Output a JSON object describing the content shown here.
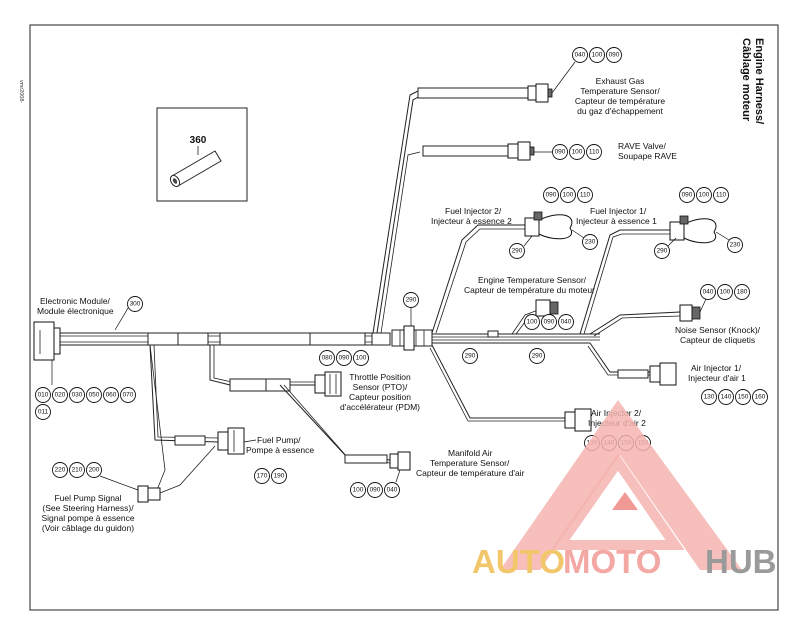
{
  "title": {
    "line1": "Engine Harness/",
    "line2": "Câblage moteur"
  },
  "doc_id": "vmr2008-",
  "inset": {
    "label": "360"
  },
  "components": {
    "exhaust": {
      "l1": "Exhaust Gas",
      "l2": "Temperature Sensor/",
      "l3": "Capteur de température",
      "l4": "du gaz d'échappement",
      "pins": [
        "040",
        "100",
        "090"
      ]
    },
    "rave": {
      "l1": "RAVE Valve/",
      "l2": "Soupape RAVE",
      "pins": [
        "090",
        "100",
        "110"
      ]
    },
    "inj2": {
      "l1": "Fuel Injector 2/",
      "l2": "Injecteur à essence 2",
      "pins": [
        "090",
        "100",
        "110"
      ],
      "p290": "290",
      "p230": "230"
    },
    "inj1": {
      "l1": "Fuel Injector 1/",
      "l2": "Injecteur à essence 1",
      "pins": [
        "090",
        "100",
        "110"
      ],
      "p290": "290",
      "p230": "230"
    },
    "ets": {
      "l1": "Engine Temperature Sensor/",
      "l2": "Capteur de température du moteur",
      "pins": [
        "100",
        "090",
        "040"
      ]
    },
    "ecm": {
      "l1": "Electronic Module/",
      "l2": "Module électronique",
      "p300": "300",
      "pins": [
        "010",
        "020",
        "030",
        "050",
        "060",
        "070",
        "011"
      ]
    },
    "splice290": "290",
    "ground_a": "290",
    "ground_b": "290",
    "knock": {
      "l1": "Noise Sensor (Knock)/",
      "l2": "Capteur de cliquetis",
      "pins": [
        "040",
        "100",
        "180"
      ]
    },
    "tps": {
      "l1": "Throttle Position",
      "l2": "Sensor (PTO)/",
      "l3": "Capteur position",
      "l4": "d'accélérateur (PDM)",
      "pins": [
        "080",
        "090",
        "100"
      ]
    },
    "air1": {
      "l1": "Air Injector 1/",
      "l2": "Injecteur d'air 1",
      "pins": [
        "130",
        "140",
        "150",
        "160"
      ]
    },
    "air2": {
      "l1": "Air Injector 2/",
      "l2": "Injecteur d'air 2",
      "pins": [
        "130",
        "140",
        "150",
        "150"
      ]
    },
    "fuelpump": {
      "l1": "Fuel Pump/",
      "l2": "Pompe à essence",
      "pins": [
        "170",
        "190"
      ]
    },
    "mat": {
      "l1": "Manifold Air",
      "l2": "Temperature Sensor/",
      "l3": "Capteur de température d'air",
      "pins": [
        "100",
        "090",
        "040"
      ]
    },
    "fps": {
      "l1": "Fuel Pump Signal",
      "l2": "(See Steering Harness)/",
      "l3": "Signal pompe à essence",
      "l4": "(Voir câblage du guidon)",
      "pins": [
        "220",
        "210",
        "200"
      ]
    }
  },
  "watermark": {
    "part1": "AUTO",
    "part2": "MOTO",
    "part3": "HUB"
  }
}
